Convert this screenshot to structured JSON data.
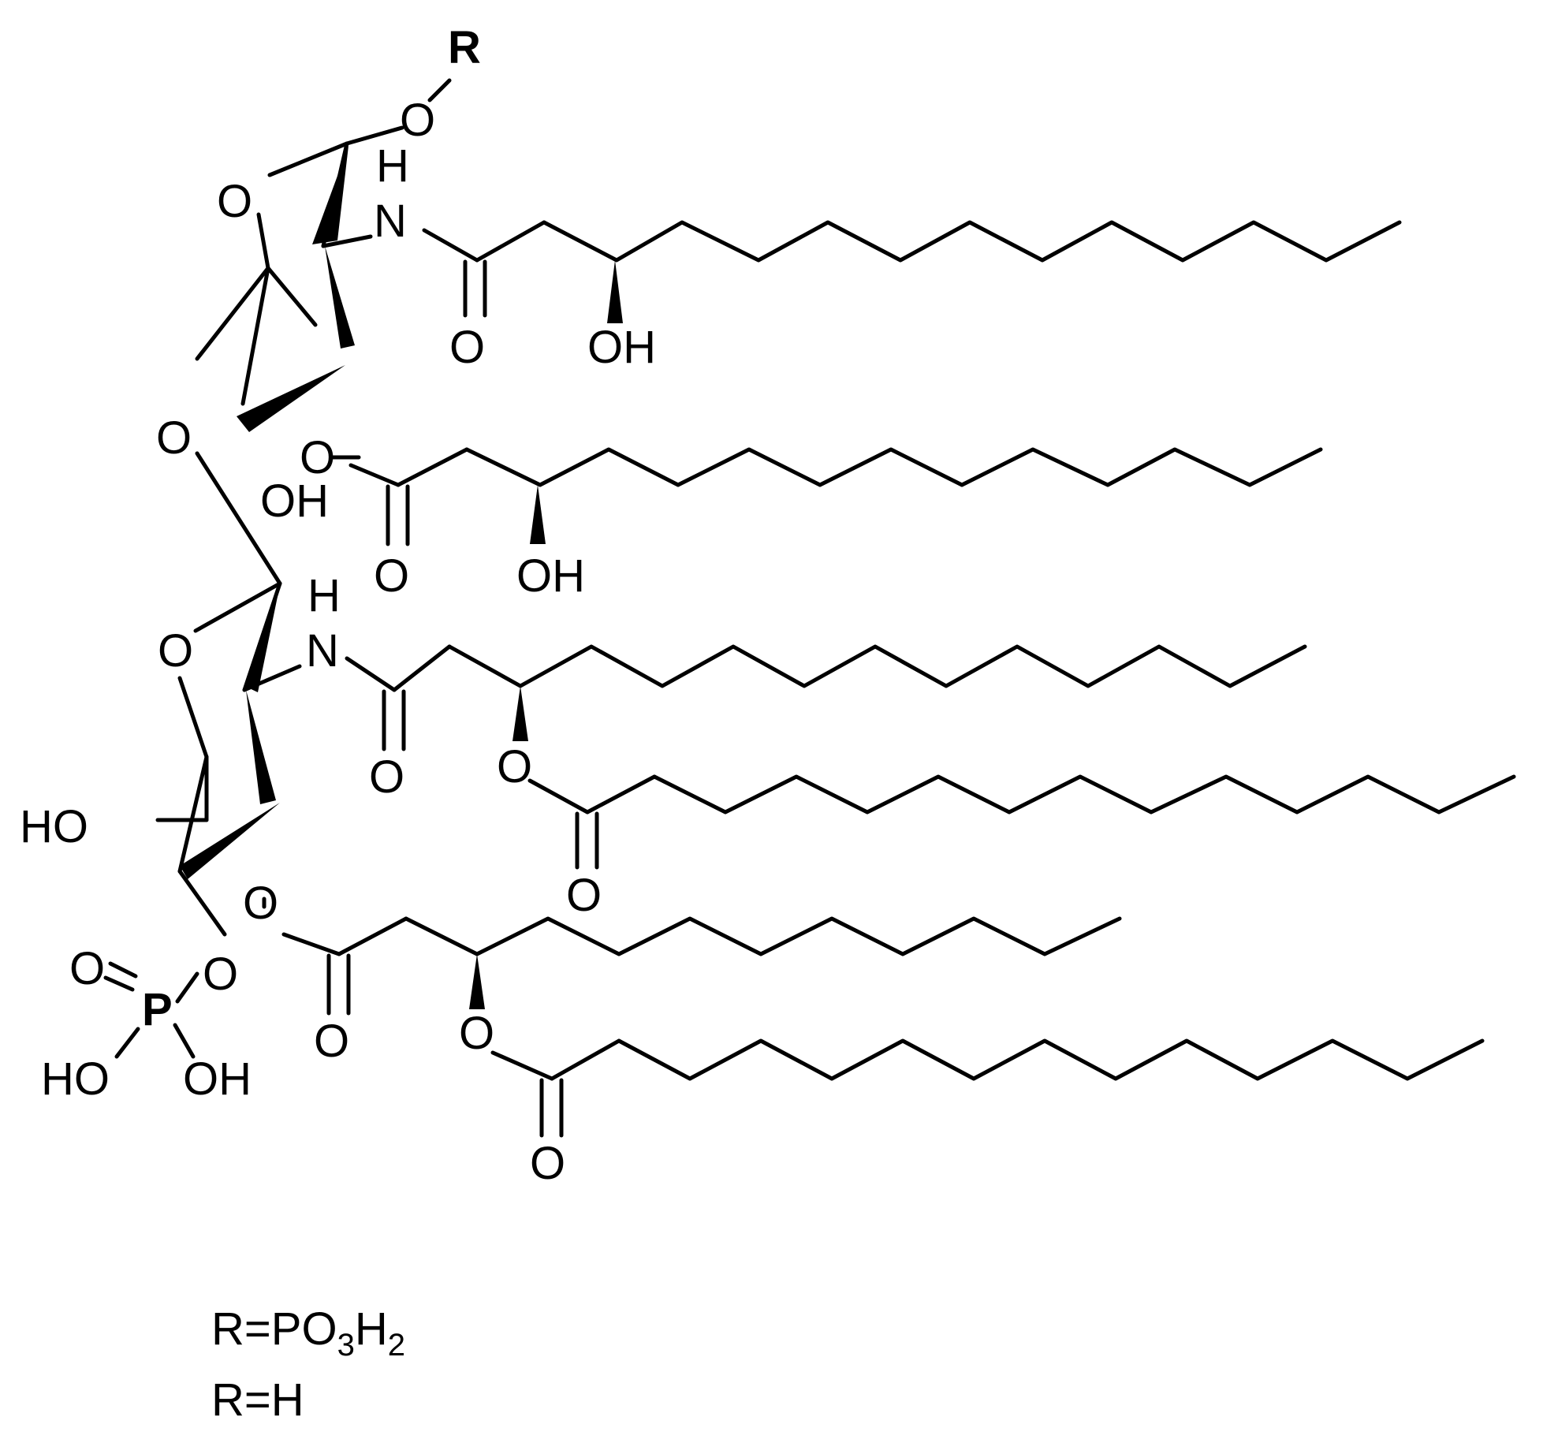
{
  "structure": {
    "substituent_top": "R",
    "atoms": {
      "o_glyco": "O",
      "o_ring1": "O",
      "o_link": "O",
      "o_ring2": "O",
      "nh1_h": "H",
      "nh1_n": "N",
      "nh2_h": "H",
      "nh2_n": "N",
      "o_amide1": "O",
      "oh_chain1": "OH",
      "o_ester1": "O",
      "oh_ring1": "OH",
      "o_carbonyl2": "O",
      "oh_chain2": "OH",
      "o_amide2": "O",
      "o_ester3": "O",
      "o_carbonyl3": "O",
      "ho_ring2": "HO",
      "o_ester4": "O",
      "o_phos_link": "O",
      "o_phos_double": "O",
      "p": "P",
      "ho_phos": "HO",
      "oh_phos": "OH",
      "o_carbonyl4": "O",
      "o_ester5": "O",
      "o_carbonyl5": "O"
    }
  },
  "legend": {
    "line1": {
      "prefix": "R=PO",
      "sub1": "3",
      "mid": "H",
      "sub2": "2"
    },
    "line2": "R=H"
  }
}
